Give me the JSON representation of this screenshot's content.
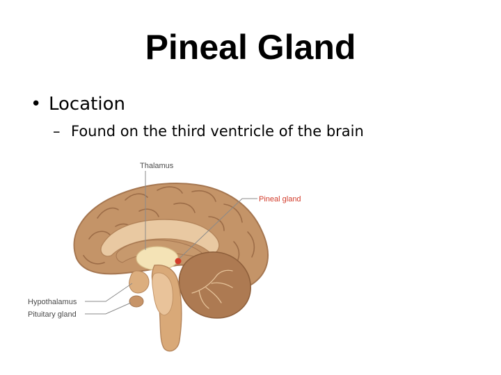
{
  "slide": {
    "title": "Pineal Gland",
    "bullets": [
      {
        "marker": "•",
        "text": "Location"
      },
      {
        "marker": "–",
        "text": "Found on the third ventricle of the brain"
      }
    ]
  },
  "figure": {
    "labels": {
      "thalamus": "Thalamus",
      "pineal": "Pineal gland",
      "hypothalamus": "Hypothalamus",
      "pituitary": "Pituitary gland"
    },
    "colors": {
      "cortex": "#c49468",
      "gyri_outline": "#a57650",
      "inner": "#e9c9a2",
      "thalamus": "#f4e3b6",
      "cerebellum": "#ad7a52",
      "brainstem": "#d9a978",
      "pineal_marker": "#d23b2a"
    }
  }
}
